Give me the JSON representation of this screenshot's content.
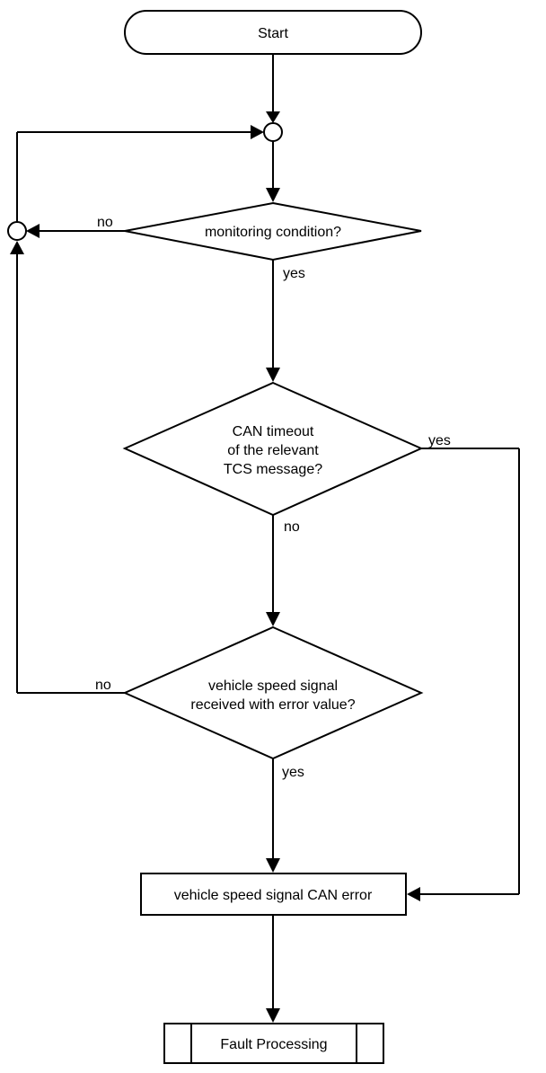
{
  "diagram": {
    "start": "Start",
    "decision_monitoring": {
      "text": "monitoring condition?",
      "no": "no",
      "yes": "yes"
    },
    "decision_can_timeout": {
      "lines": [
        "CAN timeout",
        "of the relevant",
        "TCS message?"
      ],
      "yes": "yes",
      "no": "no"
    },
    "decision_speed_signal": {
      "lines": [
        "vehicle speed signal",
        "received with error value?"
      ],
      "no": "no",
      "yes": "yes"
    },
    "process_error": "vehicle speed signal CAN error",
    "subprocess_fault": "Fault Processing"
  },
  "colors": {
    "stroke": "#000000",
    "background": "#ffffff"
  }
}
